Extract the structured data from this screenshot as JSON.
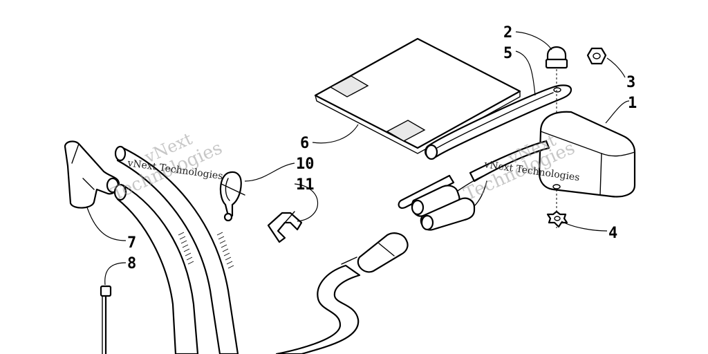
{
  "callouts": [
    {
      "id": "1",
      "label": "1"
    },
    {
      "id": "2",
      "label": "2"
    },
    {
      "id": "3",
      "label": "3"
    },
    {
      "id": "4",
      "label": "4"
    },
    {
      "id": "5",
      "label": "5"
    },
    {
      "id": "6",
      "label": "6"
    },
    {
      "id": "7",
      "label": "7"
    },
    {
      "id": "8",
      "label": "8"
    },
    {
      "id": "10",
      "label": "10"
    },
    {
      "id": "11",
      "label": "11"
    }
  ],
  "watermark": {
    "company_large_1": "vNext",
    "company_large_2": "Technologies",
    "company_small": "vNext Technologies"
  },
  "colors": {
    "line": "#000000",
    "background": "#ffffff",
    "watermark": "#9a9a9a"
  }
}
